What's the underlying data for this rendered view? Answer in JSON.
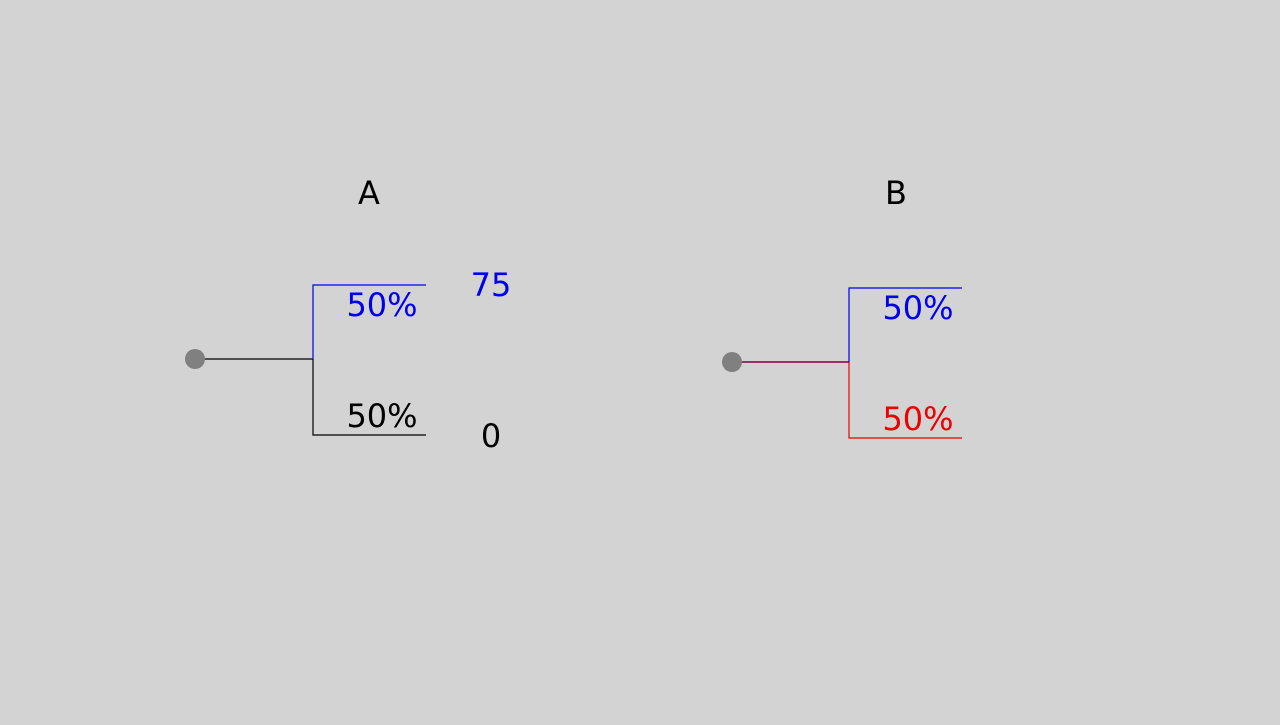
{
  "colors": {
    "background": "#d3d3d3",
    "node": "#808080",
    "blue": "#0000ee",
    "black": "#000000",
    "red": "#ee0000",
    "purple": "#800040"
  },
  "lotteries": [
    {
      "title": "A",
      "stem_color": "#000000",
      "upper": {
        "probability": "50%",
        "outcome": "75",
        "color": "#0000ee"
      },
      "lower": {
        "probability": "50%",
        "outcome": "0",
        "color": "#000000"
      }
    },
    {
      "title": "B",
      "stem_color": "#800040",
      "upper": {
        "probability": "50%",
        "outcome": "",
        "color": "#0000ee"
      },
      "lower": {
        "probability": "50%",
        "outcome": "",
        "color": "#ee0000"
      }
    }
  ]
}
